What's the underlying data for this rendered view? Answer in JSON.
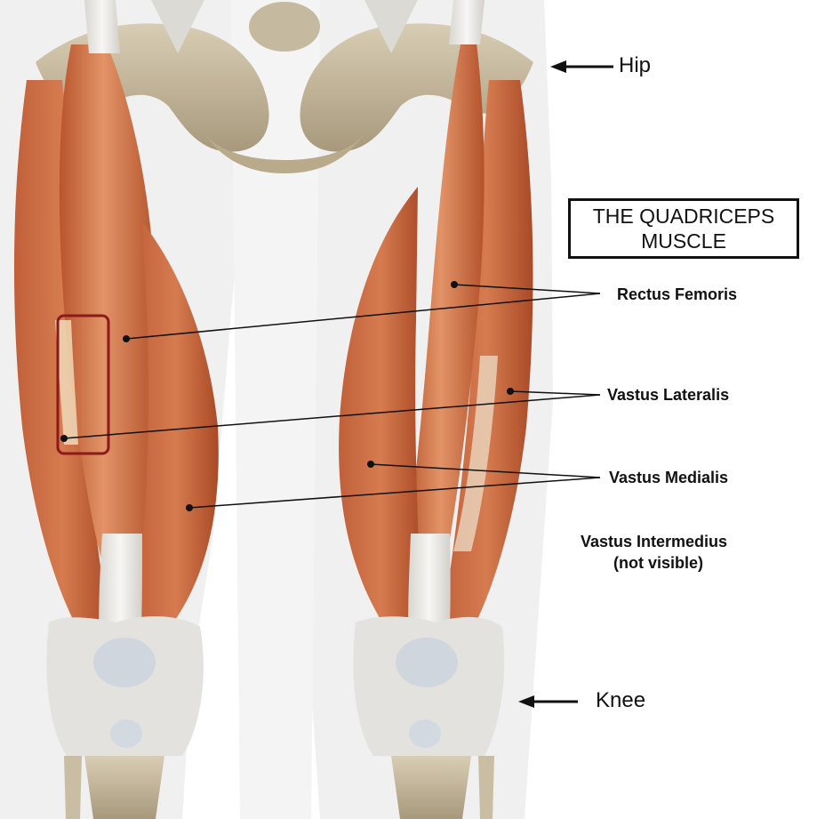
{
  "title": {
    "line1": "THE QUADRICEPS",
    "line2": "MUSCLE"
  },
  "labels": {
    "hip": "Hip",
    "knee": "Knee",
    "rectus_femoris": "Rectus Femoris",
    "vastus_lateralis": "Vastus Lateralis",
    "vastus_medialis": "Vastus Medialis",
    "vastus_intermedius_line1": "Vastus Intermedius",
    "vastus_intermedius_line2": "(not visible)"
  },
  "colors": {
    "muscle": "#c8643a",
    "muscle_light": "#e3946a",
    "bone": "#cbbfa6",
    "tendon": "#e8e6e2",
    "highlight_box": "#8b1a1a",
    "skin": "#e9e9e9"
  }
}
